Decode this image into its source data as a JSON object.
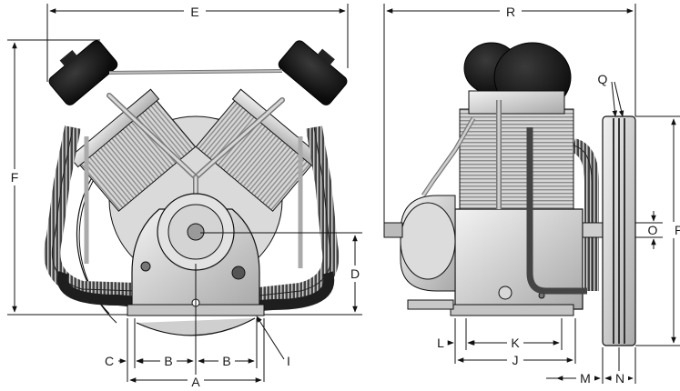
{
  "labels": {
    "A": "A",
    "B": "B",
    "C": "C",
    "D": "D",
    "E": "E",
    "F": "F",
    "I": "I",
    "J": "J",
    "K": "K",
    "L": "L",
    "M": "M",
    "N": "N",
    "O": "O",
    "P": "P",
    "Q": "Q",
    "R": "R"
  },
  "colors": {
    "line": "#111111",
    "metal_light": "#e4e4e4",
    "metal_mid": "#bdbdbd",
    "metal_dark": "#8a8a8a",
    "filter_black": "#1b1b1b",
    "hose_dark": "#2a2a2a"
  }
}
